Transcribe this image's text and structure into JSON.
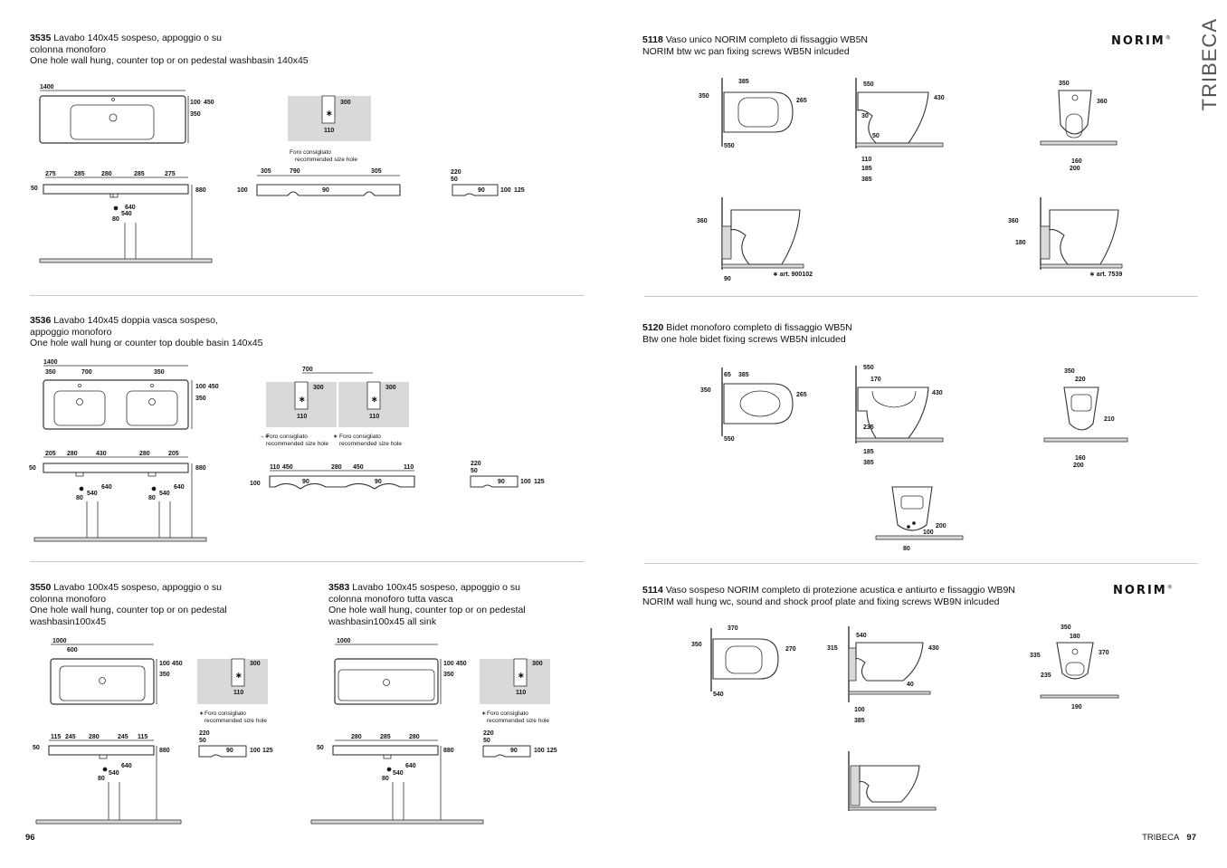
{
  "brand": {
    "side_label": "TRIBECA",
    "logo_text": "NORIM"
  },
  "left_page": {
    "page_number": "96",
    "products": [
      {
        "code": "3535",
        "line1": "Lavabo 140x45 sospeso, appoggio o su",
        "line2": "colonna monoforo",
        "line3": "One hole wall hung, counter top or on pedestal washbasin 140x45",
        "dims": {
          "width": "1400",
          "d1": "100",
          "d2": "450",
          "d3": "350",
          "hole_w": "300",
          "hole_h": "110",
          "f1": "275",
          "f2": "285",
          "f3": "280",
          "f4": "285",
          "f5": "275",
          "t": "50",
          "h": "880",
          "a": "640",
          "b": "540",
          "c": "80",
          "s1": "305",
          "s2": "790",
          "s3": "305",
          "s4": "100",
          "s5": "90",
          "p1": "220",
          "p2": "50",
          "p3": "90",
          "p4": "100",
          "p5": "125"
        }
      },
      {
        "code": "3536",
        "line1": "Lavabo 140x45 doppia vasca sospeso,",
        "line2": "appoggio monoforo",
        "line3": "One hole wall hung or counter top double basin 140x45",
        "dims": {
          "width": "1400",
          "w1": "350",
          "w2": "700",
          "w3": "350",
          "d1": "100",
          "d2": "450",
          "d3": "350",
          "hw": "700",
          "hole_w": "300",
          "hole_h": "110",
          "f1": "205",
          "f2": "280",
          "f3": "430",
          "f4": "280",
          "f5": "205",
          "t": "50",
          "h": "880",
          "a": "640",
          "b": "540",
          "c": "80",
          "s1": "110",
          "s2": "450",
          "s3": "280",
          "s4": "450",
          "s5": "110",
          "s6": "100",
          "s7": "90",
          "p1": "220",
          "p2": "50",
          "p3": "90",
          "p4": "100",
          "p5": "125"
        }
      },
      {
        "code": "3550",
        "line1": "Lavabo 100x45 sospeso, appoggio o su",
        "line2": "colonna monoforo",
        "line3": "One hole wall hung, counter top or on pedestal",
        "line4": "washbasin100x45",
        "dims": {
          "width": "1000",
          "w1": "600",
          "d1": "100",
          "d2": "450",
          "d3": "350",
          "hole_w": "300",
          "hole_h": "110",
          "f1": "115",
          "f2": "245",
          "f3": "280",
          "f4": "245",
          "f5": "115",
          "t": "50",
          "h": "880",
          "a": "640",
          "b": "540",
          "c": "80",
          "p1": "220",
          "p2": "50",
          "p3": "90",
          "p4": "100",
          "p5": "125"
        }
      },
      {
        "code": "3583",
        "line1": "Lavabo 100x45 sospeso, appoggio o su",
        "line2": "colonna monoforo tutta vasca",
        "line3": "One hole wall hung, counter top or on pedestal",
        "line4": "washbasin100x45 all sink",
        "dims": {
          "width": "1000",
          "d1": "100",
          "d2": "450",
          "d3": "350",
          "hole_w": "300",
          "hole_h": "110",
          "f1": "280",
          "f2": "285",
          "f3": "280",
          "t": "50",
          "h": "880",
          "a": "640",
          "b": "540",
          "c": "80",
          "p1": "220",
          "p2": "50",
          "p3": "90",
          "p4": "100",
          "p5": "125"
        }
      }
    ],
    "hole_note_it": "Foro consigliato",
    "hole_note_en": "recommended size hole"
  },
  "right_page": {
    "page_number": "97",
    "footer_label": "TRIBECA",
    "products": [
      {
        "code": "5118",
        "line1": "Vaso unico NORIM completo di fissaggio WB5N",
        "line2": "NORIM btw wc pan fixing screws WB5N inlcuded",
        "dims": {
          "a": "350",
          "b": "385",
          "c": "265",
          "d": "550",
          "e": "550",
          "f": "430",
          "g": "30",
          "h": "50",
          "i": "110",
          "j": "185",
          "k": "385",
          "l": "350",
          "m": "360",
          "n": "160",
          "o": "200",
          "p": "360",
          "q": "90",
          "r": "360",
          "s": "180"
        },
        "art1": "∗ art. 900102",
        "art2": "∗ art. 7539"
      },
      {
        "code": "5120",
        "line1": "Bidet monoforo completo di fissaggio WB5N",
        "line2": "Btw one hole bidet fixing screws WB5N inlcuded",
        "dims": {
          "a": "350",
          "b": "65",
          "c": "385",
          "d": "265",
          "e": "550",
          "f": "550",
          "g": "170",
          "h": "430",
          "i": "235",
          "j": "185",
          "k": "385",
          "l": "350",
          "m": "220",
          "n": "210",
          "o": "160",
          "p": "200",
          "q": "200",
          "r": "100",
          "s": "80"
        }
      },
      {
        "code": "5114",
        "line1": "Vaso sospeso NORIM completo di protezione acustica e antiurto e fissaggio WB9N",
        "line2": "NORIM wall hung wc, sound and shock proof plate and fixing screws WB9N inlcuded",
        "dims": {
          "a": "370",
          "b": "350",
          "c": "270",
          "d": "540",
          "e": "540",
          "f": "315",
          "g": "430",
          "h": "40",
          "i": "100",
          "j": "385",
          "k": "350",
          "l": "180",
          "m": "335",
          "n": "370",
          "o": "235",
          "p": "190"
        }
      }
    ]
  }
}
